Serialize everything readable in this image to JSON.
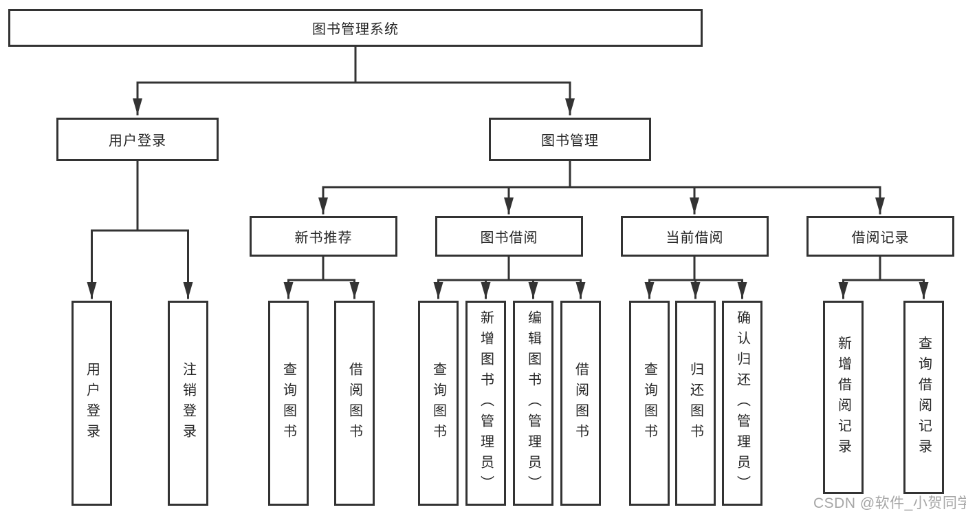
{
  "nodes": {
    "root": "图书管理系统",
    "user_login": "用户登录",
    "book_management": "图书管理",
    "new_book_recommend": "新书推荐",
    "book_borrow": "图书借阅",
    "current_borrow": "当前借阅",
    "borrow_records": "借阅记录",
    "leaves": {
      "user": [
        "用户登录",
        "注销登录"
      ],
      "recommend": [
        "查询图书",
        "借阅图书"
      ],
      "borrow": [
        "查询图书",
        "新增图书（管理员）",
        "编辑图书（管理员）",
        "借阅图书"
      ],
      "current": [
        "查询图书",
        "归还图书",
        "确认归还（管理员）"
      ],
      "records": [
        "新增借阅记录",
        "查询借阅记录"
      ]
    }
  },
  "watermark": "CSDN @软件_小贺同学",
  "colors": {
    "line": "#333333",
    "text": "#262626",
    "watermark": "#a6a6a6",
    "background": "#ffffff"
  }
}
